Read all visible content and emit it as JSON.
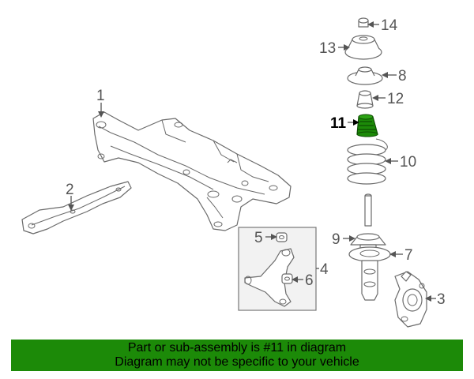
{
  "callouts": {
    "c1": "1",
    "c2": "2",
    "c3": "3",
    "c4": "4",
    "c5": "5",
    "c6": "6",
    "c7": "7",
    "c8": "8",
    "c9": "9",
    "c10": "10",
    "c11": "11",
    "c12": "12",
    "c13": "13",
    "c14": "14"
  },
  "highlight_part": "11",
  "colors": {
    "banner": "#1c8a08",
    "highlight": "#1c8a08",
    "line": "#6a6a6a"
  },
  "banner": {
    "line1": "Part or sub-assembly is #11 in diagram",
    "line2": "Diagram may not be specific to your vehicle"
  }
}
